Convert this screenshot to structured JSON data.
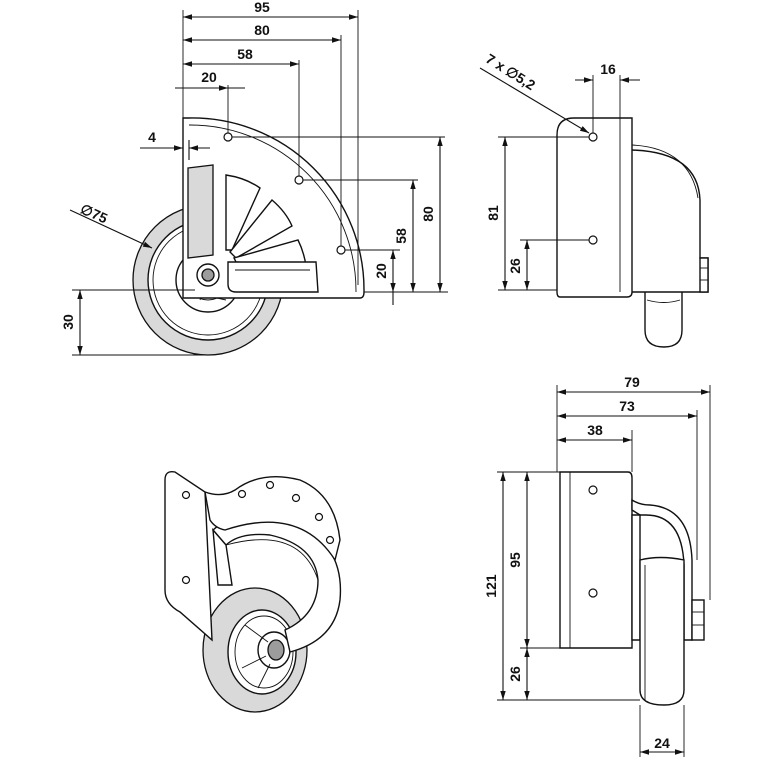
{
  "dimensions": {
    "top_view": {
      "overall_width": "95",
      "width_80": "80",
      "width_58": "58",
      "width_20": "20",
      "offset_4": "4",
      "wheel_diameter": "∅75",
      "height_80": "80",
      "height_58": "58",
      "height_20": "20",
      "wheel_drop_30": "30"
    },
    "side_view": {
      "holes": "7 x ∅5,2",
      "hole_offset_16": "16",
      "height_81": "81",
      "height_26": "26"
    },
    "front_view": {
      "width_79": "79",
      "width_73": "73",
      "width_38": "38",
      "height_121": "121",
      "height_95": "95",
      "height_26": "26",
      "wheel_width_24": "24"
    }
  },
  "colors": {
    "line": "#111111",
    "wheel_grey": "#d9d9d9",
    "hub_grey": "#9c9c9c"
  }
}
